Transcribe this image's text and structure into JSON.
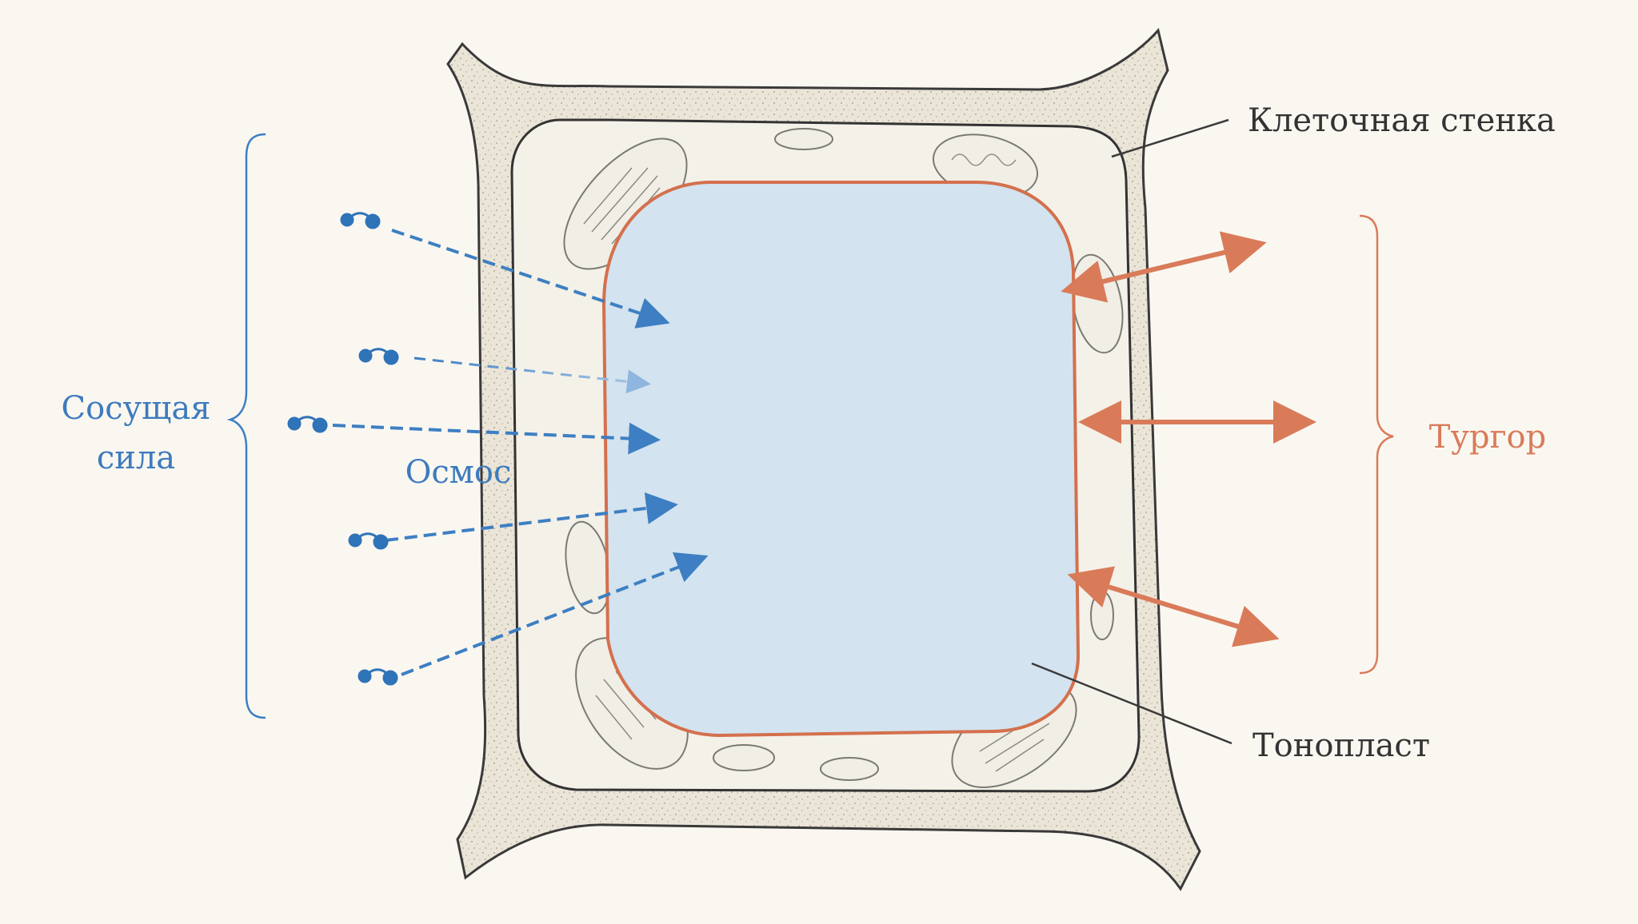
{
  "labels": {
    "suction_force": [
      "Сосущая",
      "сила"
    ],
    "osmosis": "Осмос",
    "cell_wall": "Клеточная стенка",
    "tonoplast": "Тонопласт",
    "turgor": "Тургор"
  },
  "colors": {
    "background": "#faf7f1",
    "blue": "#3d7fc2",
    "blue_text": "#3e7bbd",
    "orange": "#d97b59",
    "vacuole_fill": "#d3e3ef",
    "tonoplast": "#d4704d",
    "outline": "#3a3a3a",
    "wall_fill": "#ece6da",
    "cytoplasm": "#f4f1e9",
    "organelle": "#7a7a72"
  },
  "icons": {
    "water_molecule": "water-molecule-icon",
    "chloroplast": "chloroplast-icon",
    "mitochondrion": "mitochondrion-icon"
  }
}
